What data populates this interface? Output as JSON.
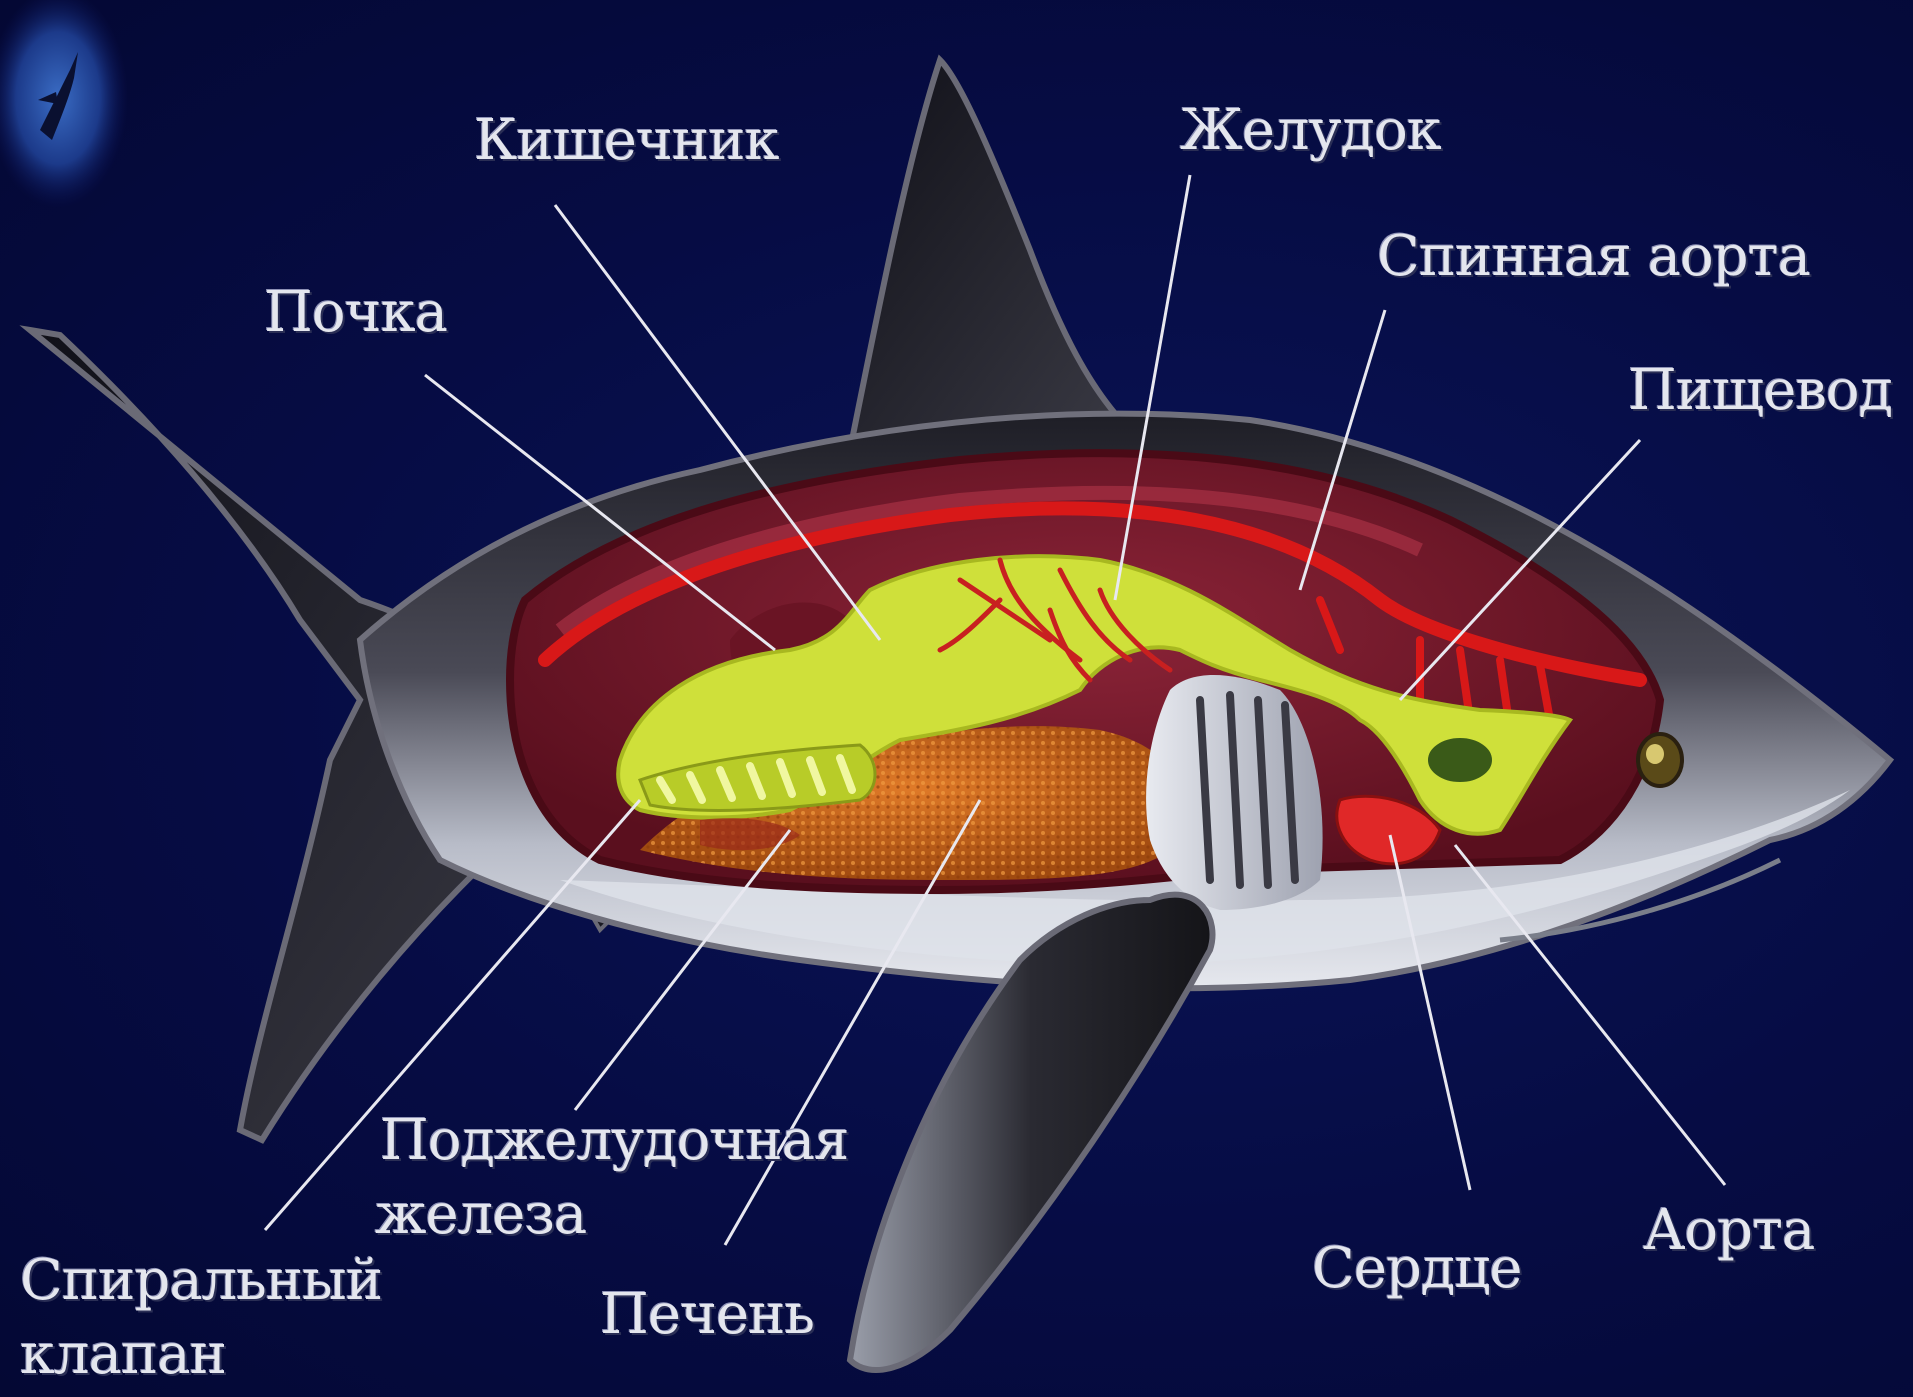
{
  "labels": {
    "intestine": "Кишечник",
    "stomach": "Желудок",
    "dorsal_aorta": "Спинная аорта",
    "esophagus": "Пищевод",
    "kidney": "Почка",
    "pancreas_line1": "Поджелудочная",
    "pancreas_line2": "железа",
    "spiral_valve_line1": "Спиральный",
    "spiral_valve_line2": "клапан",
    "liver": "Печень",
    "heart": "Сердце",
    "aorta": "Аорта"
  },
  "colors": {
    "background": "#060c44",
    "body_dark": "#2c2c34",
    "belly": "#c8ccd6",
    "cavity": "#7a1a2c",
    "intestine": "#cfe03a",
    "liver": "#c06018",
    "vessel": "#d81818",
    "leader": "#e8e8f0"
  },
  "icons": [
    "shark-logo-icon"
  ]
}
